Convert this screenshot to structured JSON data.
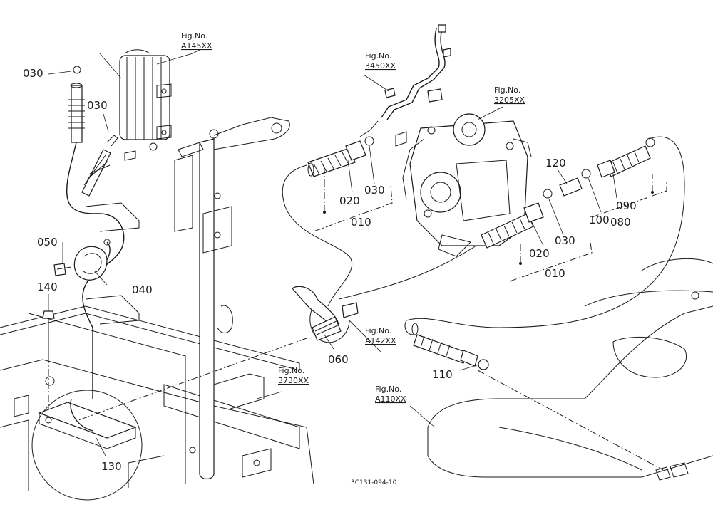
{
  "figure_code": "3C131-094-10",
  "fig_refs": [
    {
      "id": "a145",
      "prefix": "Fig.No.",
      "number": "A145XX"
    },
    {
      "id": "3450",
      "prefix": "Fig.No.",
      "number": "3450XX"
    },
    {
      "id": "3205",
      "prefix": "Fig.No.",
      "number": "3205XX"
    },
    {
      "id": "a142",
      "prefix": "Fig.No.",
      "number": "A142XX"
    },
    {
      "id": "3730",
      "prefix": "Fig.No.",
      "number": "3730XX"
    },
    {
      "id": "a110",
      "prefix": "Fig.No.",
      "number": "A110XX"
    }
  ],
  "part_labels": [
    {
      "id": "p030a",
      "text": "030"
    },
    {
      "id": "p030b",
      "text": "030"
    },
    {
      "id": "p050",
      "text": "050"
    },
    {
      "id": "p040",
      "text": "040"
    },
    {
      "id": "p140",
      "text": "140"
    },
    {
      "id": "p130",
      "text": "130"
    },
    {
      "id": "p060",
      "text": "060"
    },
    {
      "id": "p020a",
      "text": "020"
    },
    {
      "id": "p030c",
      "text": "030"
    },
    {
      "id": "p010a",
      "text": "010"
    },
    {
      "id": "p120",
      "text": "120"
    },
    {
      "id": "p030d",
      "text": "030"
    },
    {
      "id": "p020b",
      "text": "020"
    },
    {
      "id": "p010b",
      "text": "010"
    },
    {
      "id": "p100",
      "text": "100"
    },
    {
      "id": "p090",
      "text": "090"
    },
    {
      "id": "p080",
      "text": "080"
    },
    {
      "id": "p110",
      "text": "110"
    }
  ]
}
